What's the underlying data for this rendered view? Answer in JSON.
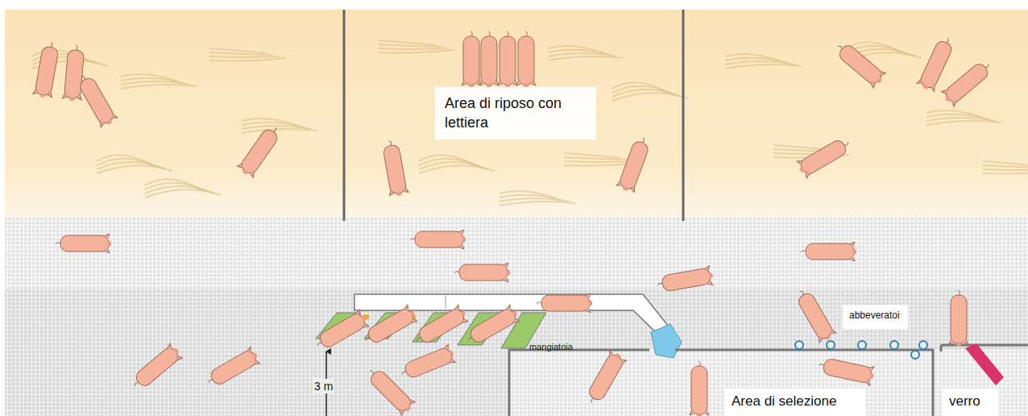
{
  "diagram": {
    "nodes": [
      {
        "text": [
          "Area di riposo con lettiera"
        ]
      },
      {
        "text": [
          "abbeveratoi"
        ]
      },
      {
        "text": [
          "Area di selezione"
        ]
      },
      {
        "text": [
          "verro"
        ]
      }
    ],
    "labels": [
      "mangiatoia",
      "3 m"
    ]
  }
}
